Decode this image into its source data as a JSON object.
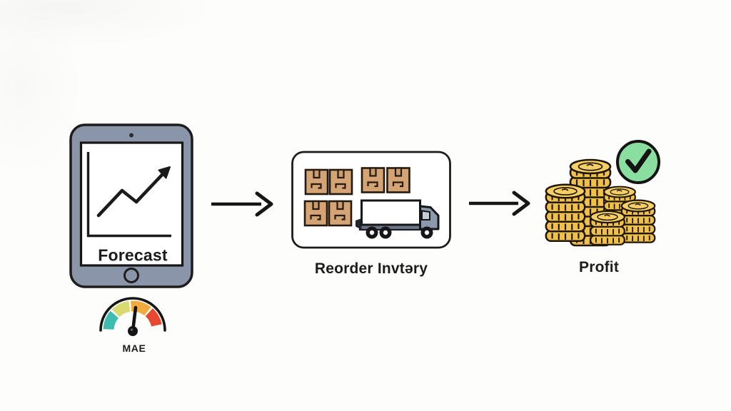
{
  "diagram": {
    "type": "flow",
    "nodes": [
      {
        "id": "forecast",
        "label": "Forecast",
        "icon": "tablet-line-chart-icon",
        "metric": {
          "label": "MAE",
          "icon": "gauge-icon"
        }
      },
      {
        "id": "reorder-inventory",
        "label": "Reorder Invtəry",
        "icon": "boxes-and-truck-icon"
      },
      {
        "id": "profit",
        "label": "Profit",
        "icon": "coin-stacks-icon",
        "badge": "checkmark-icon"
      }
    ],
    "edges": [
      {
        "from": "forecast",
        "to": "reorder-inventory",
        "style": "arrow-right"
      },
      {
        "from": "reorder-inventory",
        "to": "profit",
        "style": "arrow-right"
      }
    ],
    "colors": {
      "outline": "#1c1c1c",
      "tablet_body": "#8b95a9",
      "screen_white": "#ffffff",
      "cardboard": "#d5a475",
      "cardboard_tape": "#cb9c6d",
      "truck_cab": "#8b99ad",
      "truck_window": "#c6cdd7",
      "truck_chassis": "#6a7587",
      "coin_gold": "#f0c14a",
      "coin_face": "#f5cf63",
      "check_green": "#8ade9f",
      "gauge_teal": "#3fbcb0",
      "gauge_yellow_green": "#d9db70",
      "gauge_orange": "#f2a93e",
      "gauge_red": "#e6492f"
    }
  }
}
